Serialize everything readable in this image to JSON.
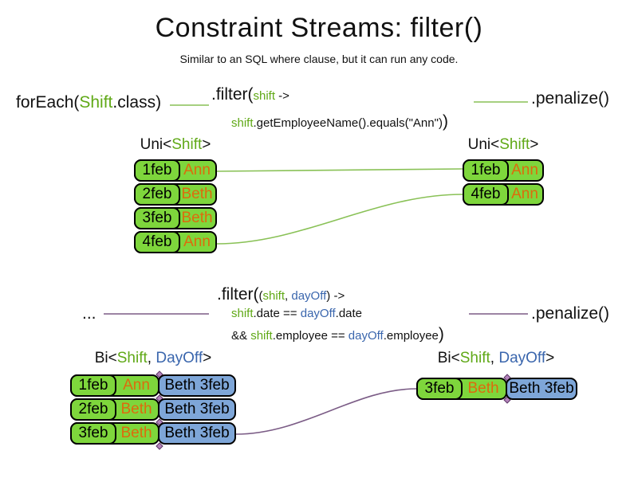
{
  "header": {
    "title": "Constraint Streams: filter()",
    "subtitle": "Similar to an SQL where clause, but it can run any code."
  },
  "pipeline1": {
    "foreach": {
      "prefix": "forEach(",
      "type": "Shift",
      "suffix": ".class)"
    },
    "filter": {
      "name": ".filter(",
      "param": "shift",
      "arrow": " ->",
      "body_param": "shift",
      "body_rest": ".getEmployeeName().equals(\"Ann\")",
      "close": ")"
    },
    "penalize": ".penalize()"
  },
  "pipeline2": {
    "source": "...",
    "filter": {
      "name": ".filter(",
      "open": "(",
      "param1": "shift",
      "comma": ", ",
      "param2": "dayOff",
      "close_params": ")",
      "arrow": " ->",
      "l2_p1": "shift",
      "l2_t1": ".date == ",
      "l2_p2": "dayOff",
      "l2_t2": ".date",
      "l3_t0": "&& ",
      "l3_p1": "shift",
      "l3_t1": ".employee == ",
      "l3_p2": "dayOff",
      "l3_t2": ".employee",
      "close": ")"
    },
    "penalize": ".penalize()"
  },
  "labels": {
    "uni_left": {
      "prefix": "Uni<",
      "type": "Shift",
      "suffix": ">"
    },
    "uni_right": {
      "prefix": "Uni<",
      "type": "Shift",
      "suffix": ">"
    },
    "bi_left": {
      "prefix": "Bi<",
      "type1": "Shift",
      "comma": ", ",
      "type2": "DayOff",
      "suffix": ">"
    },
    "bi_right": {
      "prefix": "Bi<",
      "type1": "Shift",
      "comma": ", ",
      "type2": "DayOff",
      "suffix": ">"
    }
  },
  "tables": {
    "uni_left_rows": [
      {
        "date": "1feb",
        "name": "Ann"
      },
      {
        "date": "2feb",
        "name": "Beth"
      },
      {
        "date": "3feb",
        "name": "Beth"
      },
      {
        "date": "4feb",
        "name": "Ann"
      }
    ],
    "uni_right_rows": [
      {
        "date": "1feb",
        "name": "Ann"
      },
      {
        "date": "4feb",
        "name": "Ann"
      }
    ],
    "bi_left_rows": [
      {
        "date": "1feb",
        "name": "Ann",
        "pair": "Beth 3feb"
      },
      {
        "date": "2feb",
        "name": "Beth",
        "pair": "Beth 3feb"
      },
      {
        "date": "3feb",
        "name": "Beth",
        "pair": "Beth 3feb"
      }
    ],
    "bi_right_rows": [
      {
        "date": "3feb",
        "name": "Beth",
        "pair": "Beth 3feb"
      }
    ]
  },
  "colors": {
    "green_fill": "#7ed63c",
    "blue_fill": "#7ea6d8",
    "green_text": "#60a917",
    "blue_text": "#3a66ad",
    "orange_text": "#dd6b0d",
    "line_green": "#89c156",
    "line_purple": "#7b5c86"
  }
}
